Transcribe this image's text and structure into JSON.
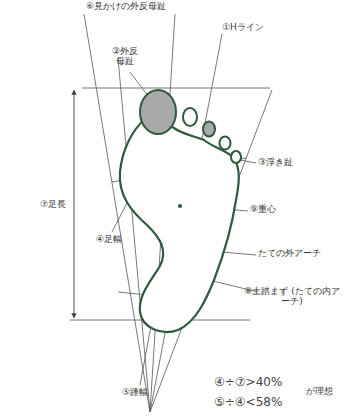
{
  "diagram": {
    "labels": [
      "⑥見かけの外反母趾",
      "①Hライン",
      "②外反 母趾",
      "③浮き趾",
      "⑦足長",
      "④足幅",
      "⑨重心",
      "たての外アーチ",
      "⑧土踏まず (たての内アーチ)",
      "⑤踵幅",
      "④÷⑦>40%",
      "⑤÷④<58%",
      "が理想"
    ]
  }
}
